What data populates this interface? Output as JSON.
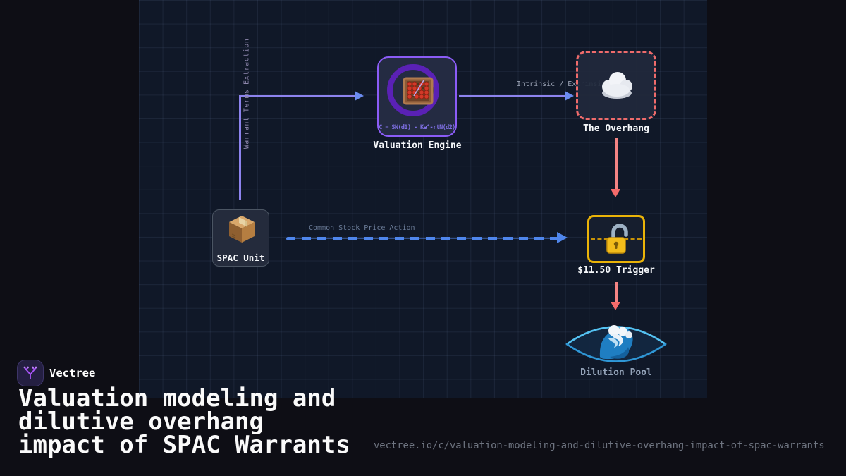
{
  "brand": {
    "name": "Vectree"
  },
  "title_lines": [
    "Valuation modeling and",
    "dilutive overhang",
    "impact of SPAC Warrants"
  ],
  "url": "vectree.io/c/valuation-modeling-and-dilutive-overhang-impact-of-spac-warrants",
  "colors": {
    "panel_bg": "#101828",
    "canvas_bg": "#0e0e15",
    "purple_border": "#8b5cf6",
    "red_border": "#ef6b6b",
    "gold_border": "#eab308",
    "blue_arrow": "#4f86ec",
    "violet_arrow": "#8d83ee",
    "pink_arrow": "#f47f7f",
    "pool_stroke": "#3db2ec"
  },
  "diagram": {
    "nodes": [
      {
        "id": "valuation-engine",
        "label": "Valuation Engine",
        "icon": "abacus-icon",
        "formula": "C = SN(d1) - Ke^-rtN(d2)"
      },
      {
        "id": "the-overhang",
        "label": "The Overhang",
        "icon": "cloud-icon"
      },
      {
        "id": "spac-unit",
        "label": "SPAC Unit",
        "icon": "package-icon"
      },
      {
        "id": "trigger-11-50",
        "label": "$11.50 Trigger",
        "icon": "unlocked-padlock-icon"
      },
      {
        "id": "dilution-pool",
        "label": "Dilution Pool",
        "icon": "wave-icon"
      }
    ],
    "edges": [
      {
        "from": "spac-unit",
        "to": "valuation-engine",
        "label": "Warrant Terms Extraction",
        "style": "solid-elbow"
      },
      {
        "from": "valuation-engine",
        "to": "the-overhang",
        "label": "Intrinsic / Extrinsic Value",
        "style": "solid"
      },
      {
        "from": "spac-unit",
        "to": "trigger-11-50",
        "label": "Common Stock Price Action",
        "style": "dashed"
      },
      {
        "from": "the-overhang",
        "to": "trigger-11-50",
        "label": "",
        "style": "solid"
      },
      {
        "from": "trigger-11-50",
        "to": "dilution-pool",
        "label": "",
        "style": "solid"
      }
    ]
  }
}
